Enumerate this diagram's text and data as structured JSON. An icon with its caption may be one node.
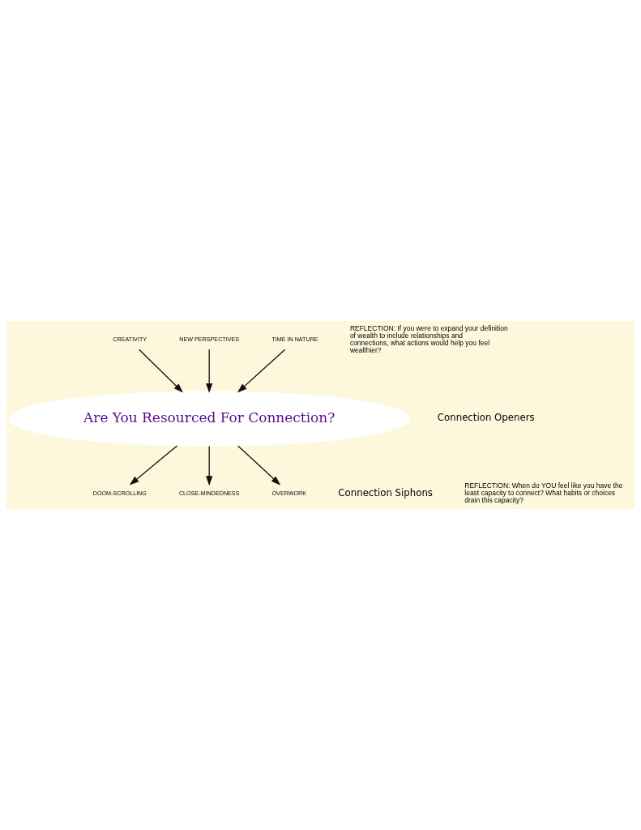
{
  "diagram": {
    "nodes": [
      {
        "text": [
          "CREATIVITY"
        ]
      },
      {
        "text": [
          "NEW PERSPECTIVES"
        ]
      },
      {
        "text": [
          "TIME IN NATURE"
        ]
      },
      {
        "text": [
          "Are You Resourced For Connection?"
        ]
      },
      {
        "text": [
          "DOOM-SCROLLING"
        ]
      },
      {
        "text": [
          "CLOSE-MINDEDNESS"
        ]
      },
      {
        "text": [
          "OVERWORK"
        ]
      }
    ],
    "edges": [
      {
        "from": 0,
        "to": 3,
        "arrow": "to"
      },
      {
        "from": 1,
        "to": 3,
        "arrow": "to"
      },
      {
        "from": 2,
        "to": 3,
        "arrow": "to"
      },
      {
        "from": 3,
        "to": 4,
        "arrow": "to"
      },
      {
        "from": 3,
        "to": 5,
        "arrow": "to"
      },
      {
        "from": 3,
        "to": 6,
        "arrow": "to"
      }
    ],
    "labels": [
      "REFLECTION: If you were to expand your definition of wealth to include relationships and connections, what actions would help you feel wealthier?",
      "Connection Openers",
      "Connection Siphons",
      "REFLECTION: When do YOU feel like you have the least capacity to connect? What habits or choices drain this capacity?"
    ]
  }
}
